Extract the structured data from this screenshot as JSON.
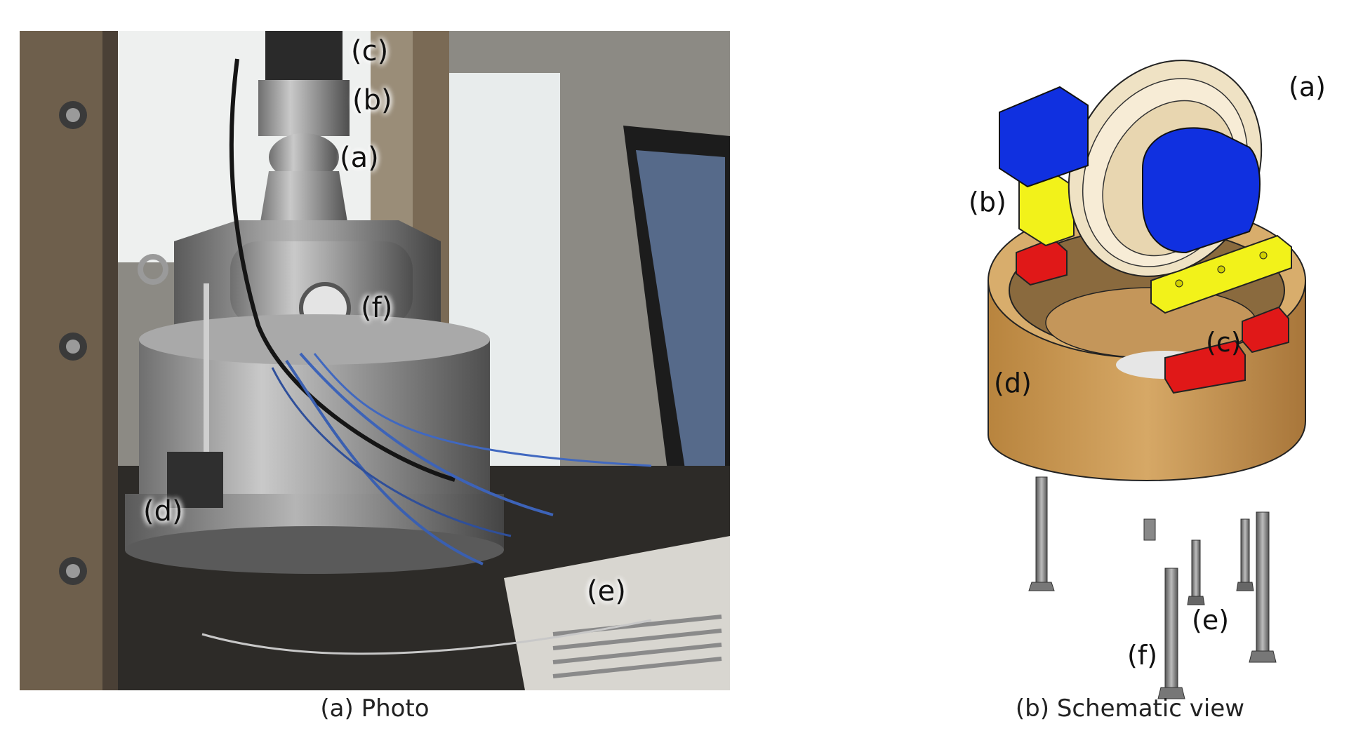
{
  "figure": {
    "photo": {
      "caption": "(a) Photo",
      "labels": {
        "a": "(a)",
        "b": "(b)",
        "c": "(c)",
        "d": "(d)",
        "e": "(e)",
        "f": "(f)"
      }
    },
    "schematic": {
      "caption": "(b) Schematic view",
      "labels": {
        "a": "(a)",
        "b": "(b)",
        "c": "(c)",
        "d": "(d)",
        "e": "(e)",
        "f": "(f)"
      }
    }
  },
  "colors": {
    "blue_part": "#1030e0",
    "yellow_part": "#f2f21a",
    "red_part": "#e01818",
    "bronze_housing": "#c8964e",
    "cream_ring": "#efe2c4",
    "bolt_gray": "#7a7a7a"
  }
}
